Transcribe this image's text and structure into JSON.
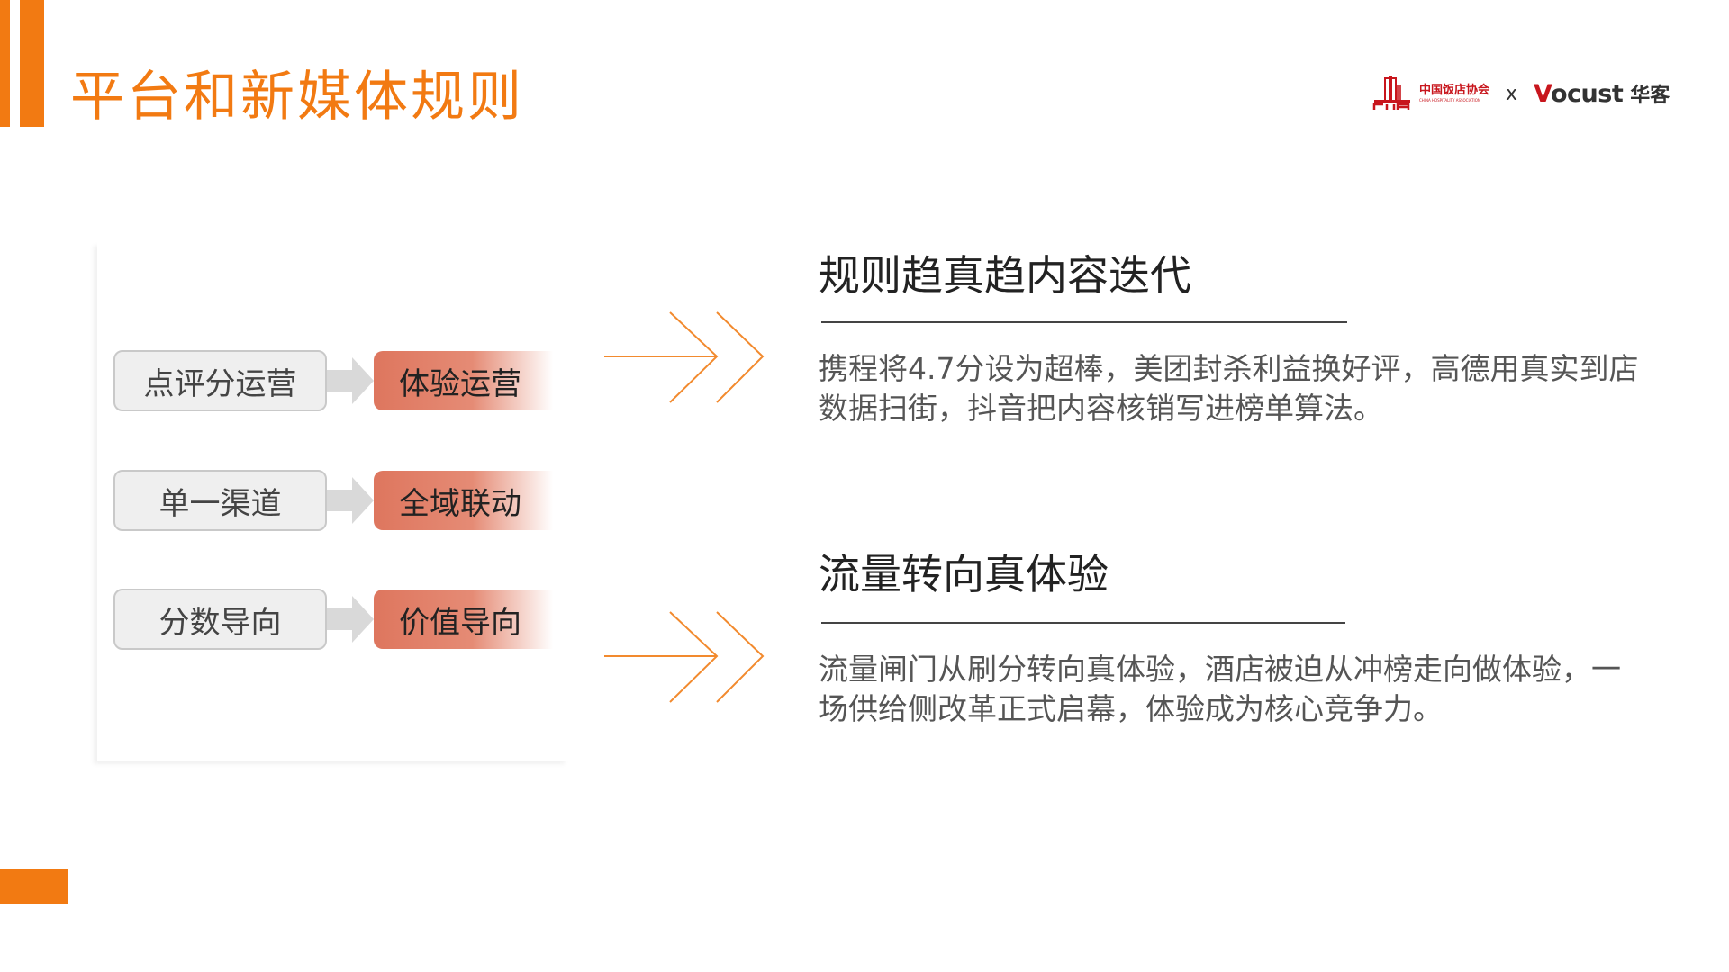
{
  "header": {
    "title": "平台和新媒体规则",
    "accent_color": "#f27a12"
  },
  "logo": {
    "association_cn": "中国饭店协会",
    "association_en": "CHINA HOSPITALITY ASSOCIATION",
    "separator": "x",
    "brand": "Vocust",
    "brand_cn": "华客"
  },
  "diagram": {
    "rows": [
      {
        "from": "点评分运营",
        "to": "体验运营"
      },
      {
        "from": "单一渠道",
        "to": "全域联动"
      },
      {
        "from": "分数导向",
        "to": "价值导向"
      }
    ]
  },
  "sections": [
    {
      "heading": "规则趋真趋内容迭代",
      "body": "携程将4.7分设为超棒，美团封杀利益换好评，高德用真实到店数据扫街，抖音把内容核销写进榜单算法。"
    },
    {
      "heading": "流量转向真体验",
      "body": "流量闸门从刷分转向真体验，酒店被迫从冲榜走向做体验，一场供给侧改革正式启幕，体验成为核心竞争力。"
    }
  ]
}
